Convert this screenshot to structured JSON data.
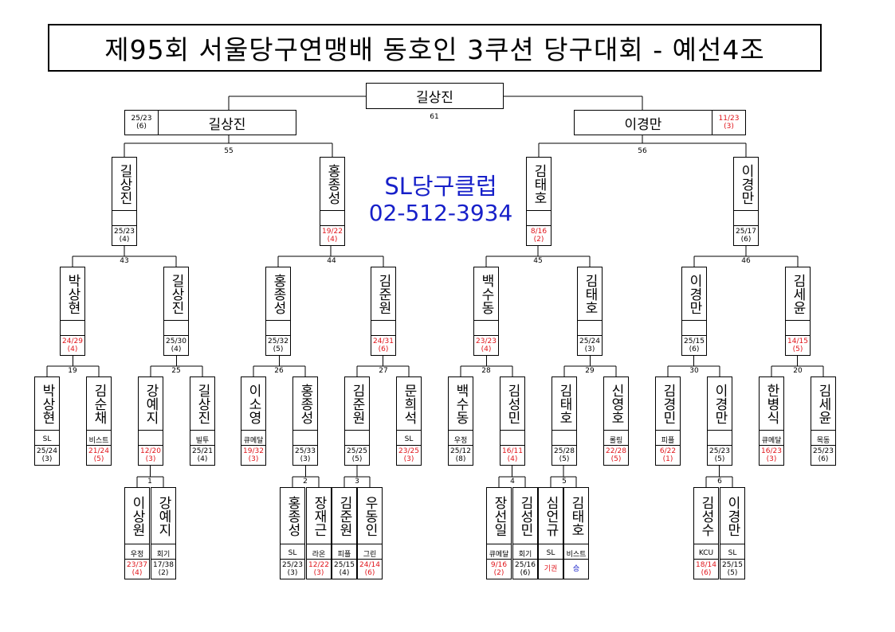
{
  "title": "제95회 서울당구연맹배 동호인 3쿠션 당구대회 - 예선4조",
  "club": {
    "name": "SL당구클럽",
    "phone": "02-512-3934"
  },
  "final": {
    "winner": "길상진",
    "match_no": "61"
  },
  "semis": [
    {
      "name": "길상진",
      "score": "25/23",
      "inning": "(6)",
      "match_no": "55"
    },
    {
      "name": "이경만",
      "score": "11/23",
      "inning": "(3)",
      "match_no": "56"
    }
  ],
  "players": {
    "r4_gil": {
      "name": "길상진",
      "club": "",
      "score": "25/23",
      "inning": "(4)"
    },
    "r4_hong": {
      "name": "홍종성",
      "club": "",
      "score": "19/22",
      "inning": "(4)"
    },
    "r4_kimt": {
      "name": "김태호",
      "club": "",
      "score": "8/16",
      "inning": "(2)"
    },
    "r4_lee": {
      "name": "이경만",
      "club": "",
      "score": "25/17",
      "inning": "(6)"
    },
    "r3_park": {
      "name": "박상현",
      "club": "",
      "score": "24/29",
      "inning": "(4)"
    },
    "r3_gil": {
      "name": "길상진",
      "club": "",
      "score": "25/30",
      "inning": "(4)"
    },
    "r3_hong": {
      "name": "홍종성",
      "club": "",
      "score": "25/32",
      "inning": "(5)"
    },
    "r3_kimj": {
      "name": "김준원",
      "club": "",
      "score": "24/31",
      "inning": "(6)"
    },
    "r3_baek": {
      "name": "백수동",
      "club": "",
      "score": "23/23",
      "inning": "(4)"
    },
    "r3_kimt": {
      "name": "김태호",
      "club": "",
      "score": "25/24",
      "inning": "(3)"
    },
    "r3_lee": {
      "name": "이경만",
      "club": "",
      "score": "25/15",
      "inning": "(6)"
    },
    "r3_kims": {
      "name": "김세윤",
      "club": "",
      "score": "14/15",
      "inning": "(5)"
    },
    "r2_park": {
      "name": "박상현",
      "club": "SL",
      "score": "25/24",
      "inning": "(3)"
    },
    "r2_kimsc": {
      "name": "김순채",
      "club": "비스트",
      "score": "21/24",
      "inning": "(5)"
    },
    "r2_kang": {
      "name": "강예지",
      "club": "",
      "score": "12/20",
      "inning": "(3)"
    },
    "r2_gil": {
      "name": "길상진",
      "club": "빌투",
      "score": "25/21",
      "inning": "(4)"
    },
    "r2_leeso": {
      "name": "이소영",
      "club": "큐메달",
      "score": "19/32",
      "inning": "(3)"
    },
    "r2_hong": {
      "name": "홍종성",
      "club": "",
      "score": "25/33",
      "inning": "(3)"
    },
    "r2_kimj": {
      "name": "김준원",
      "club": "",
      "score": "25/25",
      "inning": "(5)"
    },
    "r2_moon": {
      "name": "문희석",
      "club": "SL",
      "score": "23/25",
      "inning": "(3)"
    },
    "r2_baek": {
      "name": "백수동",
      "club": "우정",
      "score": "25/12",
      "inning": "(8)"
    },
    "r2_kimsm": {
      "name": "김성민",
      "club": "",
      "score": "16/11",
      "inning": "(4)"
    },
    "r2_kimt": {
      "name": "김태호",
      "club": "",
      "score": "25/28",
      "inning": "(5)"
    },
    "r2_shin": {
      "name": "신영호",
      "club": "롤링",
      "score": "22/28",
      "inning": "(5)"
    },
    "r2_kimgm": {
      "name": "김경민",
      "club": "피플",
      "score": "6/22",
      "inning": "(1)"
    },
    "r2_lee": {
      "name": "이경만",
      "club": "",
      "score": "25/23",
      "inning": "(5)"
    },
    "r2_han": {
      "name": "한병식",
      "club": "큐메달",
      "score": "16/23",
      "inning": "(3)"
    },
    "r2_kims": {
      "name": "김세윤",
      "club": "목동",
      "score": "25/23",
      "inning": "(6)"
    },
    "r1_leesw": {
      "name": "이상원",
      "club": "우정",
      "score": "23/37",
      "inning": "(4)"
    },
    "r1_kang": {
      "name": "강예지",
      "club": "회기",
      "score": "17/38",
      "inning": "(2)"
    },
    "r1_hong": {
      "name": "홍종성",
      "club": "SL",
      "score": "25/23",
      "inning": "(3)"
    },
    "r1_jang": {
      "name": "장재근",
      "club": "라온",
      "score": "12/22",
      "inning": "(3)"
    },
    "r1_kimj": {
      "name": "김준원",
      "club": "피플",
      "score": "25/15",
      "inning": "(4)"
    },
    "r1_woo": {
      "name": "우동인",
      "club": "그린",
      "score": "24/14",
      "inning": "(6)"
    },
    "r1_jangsi": {
      "name": "장선일",
      "club": "큐메달",
      "score": "9/16",
      "inning": "(2)"
    },
    "r1_kimsm": {
      "name": "김성민",
      "club": "회기",
      "score": "25/16",
      "inning": "(6)"
    },
    "r1_sim": {
      "name": "심언규",
      "club": "SL",
      "score": "기권",
      "inning": ""
    },
    "r1_kimt": {
      "name": "김태호",
      "club": "비스트",
      "score": "승",
      "inning": ""
    },
    "r1_kimss": {
      "name": "김성수",
      "club": "KCU",
      "score": "18/14",
      "inning": "(6)"
    },
    "r1_lee": {
      "name": "이경만",
      "club": "SL",
      "score": "25/15",
      "inning": "(5)"
    }
  },
  "match_labels": {
    "m1": "1",
    "m2": "2",
    "m3": "3",
    "m4": "4",
    "m5": "5",
    "m6": "6",
    "m19": "19",
    "m20": "20",
    "m25": "25",
    "m26": "26",
    "m27": "27",
    "m28": "28",
    "m29": "29",
    "m30": "30",
    "m43": "43",
    "m44": "44",
    "m45": "45",
    "m46": "46"
  },
  "colors": {
    "accent": "#1720c9",
    "loss": "#e0141a",
    "line": "#000000"
  }
}
